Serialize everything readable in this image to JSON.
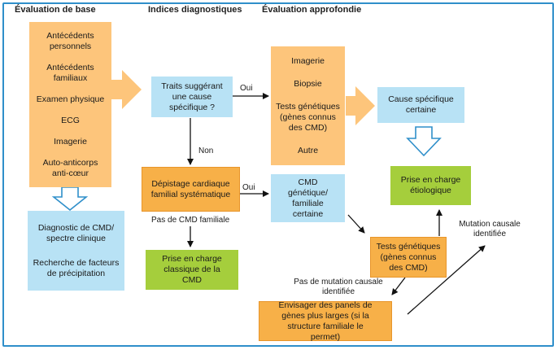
{
  "headers": {
    "base": "Évaluation de base",
    "indices": "Indices diagnostiques",
    "approfondie": "Évaluation approfondie"
  },
  "base_items": [
    "Antécédents personnels",
    "Antécédents familiaux",
    "Examen physique",
    "ECG",
    "Imagerie",
    "Auto-anticorps anti-cœur"
  ],
  "diagnostic_box": {
    "line1": "Diagnostic de CMD/ spectre clinique",
    "line2": "Recherche de facteurs de précipitation"
  },
  "traits_box": "Traits suggérant une cause spécifique ?",
  "approfondie_items": [
    "Imagerie",
    "Biopsie",
    "Tests génétiques (gènes connus des CMD)",
    "Autre"
  ],
  "cause_box": "Cause spécifique certaine",
  "prise_etiologique": "Prise en charge étiologique",
  "depistage_box": "Dépistage cardiaque familial systématique",
  "cmd_box": "CMD génétique/ familiale certaine",
  "prise_classique": "Prise en charge classique de la CMD",
  "tests_box": "Tests génétiques (gènes connus des CMD)",
  "panels_box": "Envisager des panels de gènes plus larges (si la structure familiale le permet)",
  "labels": {
    "oui1": "Oui",
    "non": "Non",
    "oui2": "Oui",
    "pas_cmd": "Pas de CMD familiale",
    "mutation": "Mutation causale identifiée",
    "pas_mutation": "Pas de mutation causale identifiée"
  },
  "colors": {
    "peach": "#fdc57b",
    "blue": "#b8e2f5",
    "orange": "#f7b048",
    "green": "#a5ce3c",
    "frame": "#2f8fca"
  }
}
